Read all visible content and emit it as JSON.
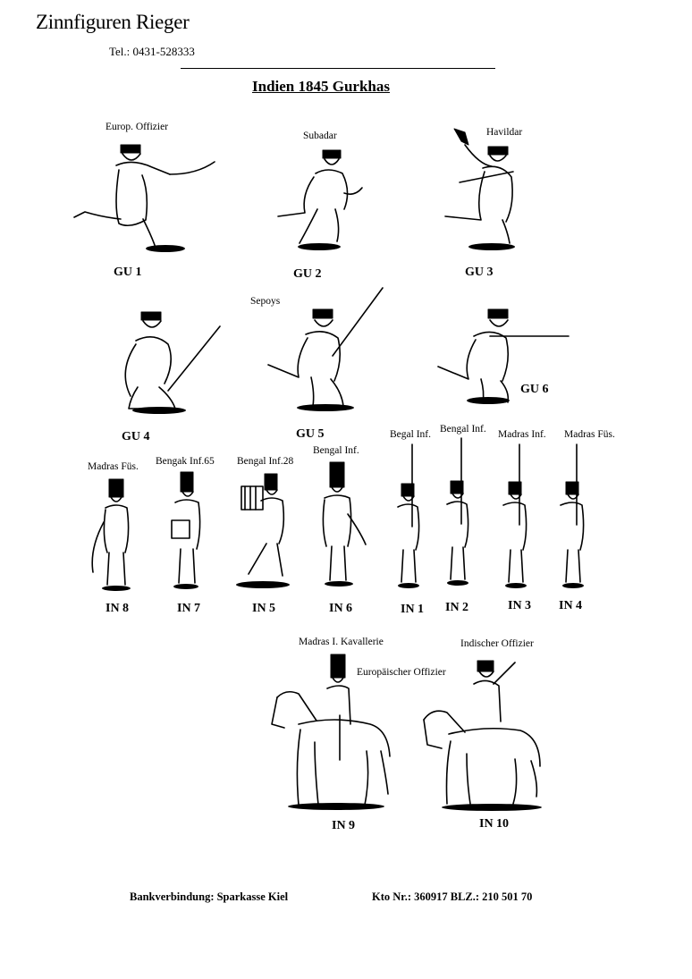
{
  "header": {
    "brand": "Zinnfiguren Rieger",
    "tel": "Tel.: 0431-528333",
    "title": "Indien 1845 Gurkhas"
  },
  "figures": [
    {
      "id": "gu1",
      "caption": "Europ. Offizier",
      "code": "GU 1",
      "type": "runner-sword"
    },
    {
      "id": "gu2",
      "caption": "Subadar",
      "code": "GU 2",
      "type": "runner-sword"
    },
    {
      "id": "gu3",
      "caption": "Havildar",
      "code": "GU 3",
      "type": "runner-kukri"
    },
    {
      "id": "gu4",
      "caption": "",
      "code": "GU 4",
      "type": "charge-rifle"
    },
    {
      "id": "gu5",
      "caption": "Sepoys",
      "code": "GU 5",
      "type": "charge-rifle"
    },
    {
      "id": "gu6",
      "caption": "",
      "code": "GU 6",
      "type": "runner-rifle"
    },
    {
      "id": "in8",
      "caption": "Madras Füs.",
      "code": "IN 8",
      "type": "stand-officer"
    },
    {
      "id": "in7",
      "caption": "Bengak Inf.65",
      "code": "IN 7",
      "type": "stand-drummer"
    },
    {
      "id": "in5",
      "caption": "Bengal Inf.28",
      "code": "IN 5",
      "type": "march-drummer"
    },
    {
      "id": "in6",
      "caption": "Bengal Inf.",
      "code": "IN 6",
      "type": "stand-officer"
    },
    {
      "id": "in1",
      "caption": "Begal Inf.",
      "code": "IN 1",
      "type": "stand-musket"
    },
    {
      "id": "in2",
      "caption": "Bengal Inf.",
      "code": "IN 2",
      "type": "stand-musket"
    },
    {
      "id": "in3",
      "caption": "Madras Inf.",
      "code": "IN 3",
      "type": "stand-musket"
    },
    {
      "id": "in4",
      "caption": "Madras Füs.",
      "code": "IN 4",
      "type": "stand-musket"
    },
    {
      "id": "in9",
      "caption": "Madras I. Kavallerie",
      "caption2": "Europäischer Offizier",
      "code": "IN 9",
      "type": "cavalry"
    },
    {
      "id": "in10",
      "caption": "Indischer Offizier",
      "code": "IN 10",
      "type": "cavalry"
    }
  ],
  "footer": {
    "bank": "Bankverbindung: Sparkasse Kiel",
    "account": "Kto Nr.: 360917  BLZ.: 210 501 70"
  }
}
